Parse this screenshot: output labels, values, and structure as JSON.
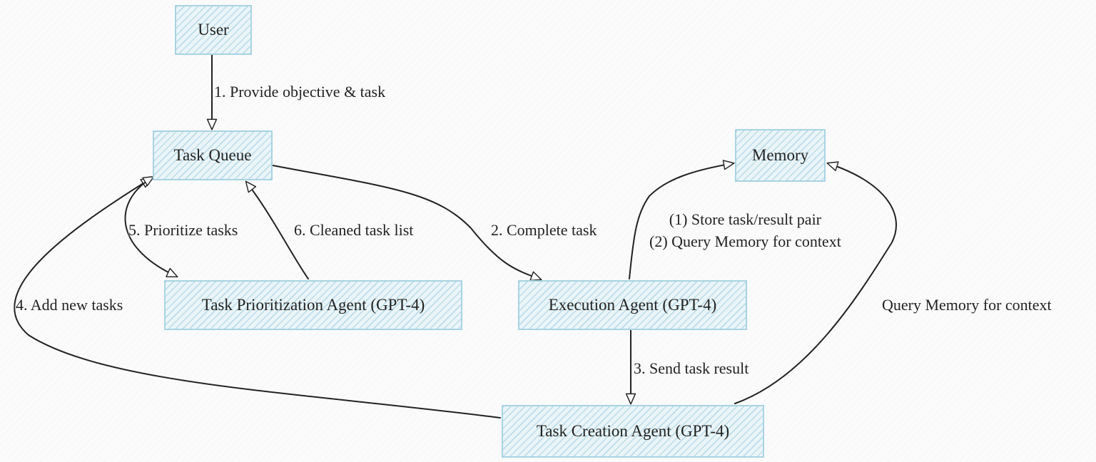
{
  "nodes": {
    "user": "User",
    "task_queue": "Task Queue",
    "memory": "Memory",
    "prioritization_agent": "Task Prioritization Agent (GPT-4)",
    "execution_agent": "Execution Agent (GPT-4)",
    "creation_agent": "Task Creation Agent (GPT-4)"
  },
  "edges": {
    "provide_objective": "1. Provide objective & task",
    "complete_task": "2. Complete task",
    "send_result": "3. Send task result",
    "add_new_tasks": "4. Add new tasks",
    "prioritize_tasks": "5. Prioritize tasks",
    "cleaned_list": "6. Cleaned task list",
    "store_pair": "(1) Store task/result pair",
    "query_memory_context": "(2) Query Memory for context",
    "query_memory_creation": "Query Memory for context"
  },
  "colors": {
    "node_border": "#a9d3e3",
    "node_fill": "#eaf5f9",
    "edge": "#222222",
    "text": "#222222"
  }
}
